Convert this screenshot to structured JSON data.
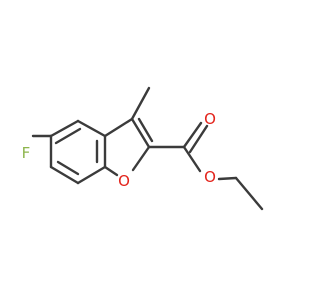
{
  "molecule": {
    "atoms": [
      {
        "id": "F",
        "label": "F",
        "color": "#8db54c"
      },
      {
        "id": "O_ring",
        "label": "O",
        "color": "#e3231b"
      },
      {
        "id": "O_carbonyl",
        "label": "O",
        "color": "#e3231b"
      },
      {
        "id": "O_ester",
        "label": "O",
        "color": "#e3231b"
      }
    ],
    "bond_color": "#3b3b3b"
  }
}
